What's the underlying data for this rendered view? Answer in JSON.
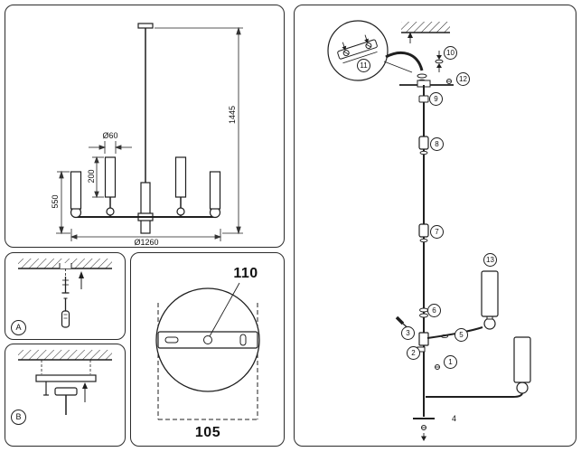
{
  "dimension_panel": {
    "total_height": "1445",
    "fixture_height": "550",
    "arm_height": "200",
    "shade_diameter": "Ø60",
    "fixture_diameter": "Ø1260"
  },
  "step_panels": {
    "label_a": "A",
    "label_b": "B"
  },
  "bracket_panel": {
    "dim_top": "110",
    "dim_bottom": "105"
  },
  "assembly_panel": {
    "callouts": {
      "c1": "1",
      "c2": "2",
      "c3": "3",
      "c5": "5",
      "c6": "6",
      "c7": "7",
      "c8": "8",
      "c9": "9",
      "c10": "10",
      "c11": "11",
      "c12": "12",
      "c13": "13"
    },
    "page_number": "4"
  },
  "colors": {
    "line": "#1f1f1f",
    "panel_border": "#2b2b2b",
    "background": "#ffffff"
  }
}
